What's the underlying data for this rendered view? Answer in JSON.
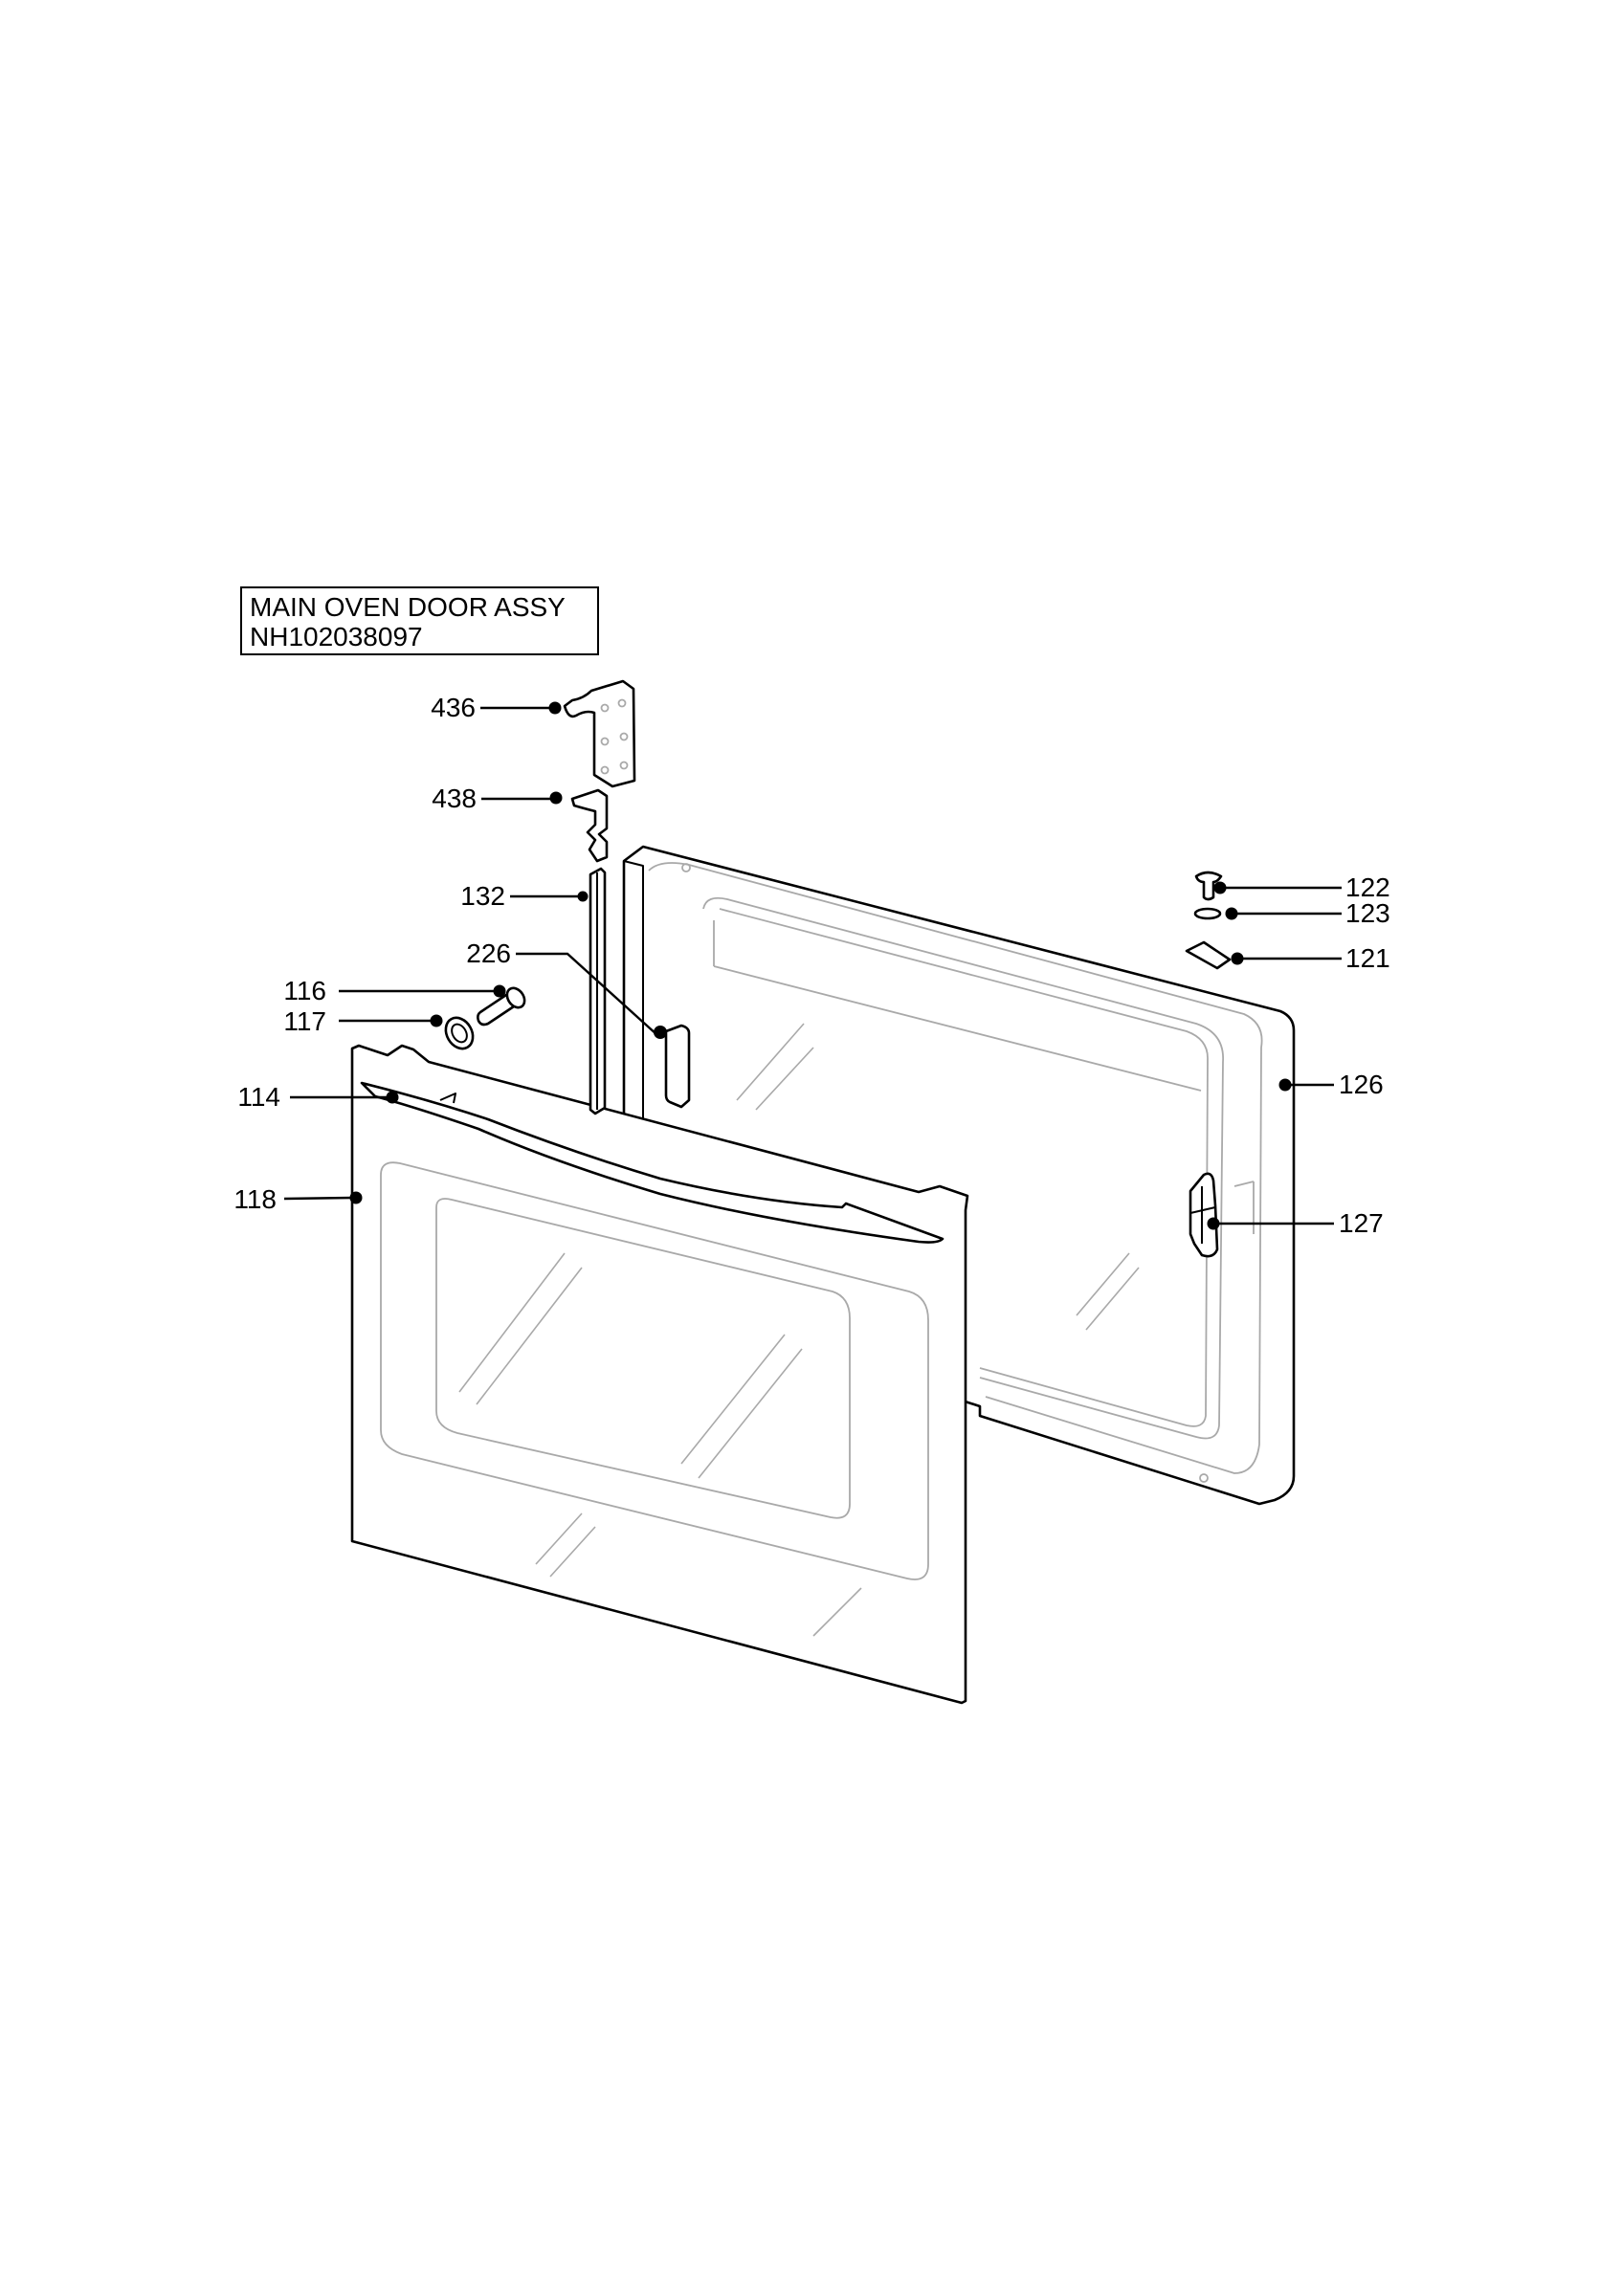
{
  "header": {
    "title": "MAIN OVEN DOOR ASSY",
    "part_code": "NH102038097"
  },
  "callouts": [
    {
      "id": "436",
      "label": "436",
      "side": "left"
    },
    {
      "id": "438",
      "label": "438",
      "side": "left"
    },
    {
      "id": "132",
      "label": "132",
      "side": "left"
    },
    {
      "id": "226",
      "label": "226",
      "side": "left"
    },
    {
      "id": "116",
      "label": "116",
      "side": "left"
    },
    {
      "id": "117",
      "label": "117",
      "side": "left"
    },
    {
      "id": "114",
      "label": "114",
      "side": "left"
    },
    {
      "id": "118",
      "label": "118",
      "side": "left"
    },
    {
      "id": "122",
      "label": "122",
      "side": "right"
    },
    {
      "id": "123",
      "label": "123",
      "side": "right"
    },
    {
      "id": "121",
      "label": "121",
      "side": "right"
    },
    {
      "id": "126",
      "label": "126",
      "side": "right"
    },
    {
      "id": "127",
      "label": "127",
      "side": "right"
    }
  ]
}
